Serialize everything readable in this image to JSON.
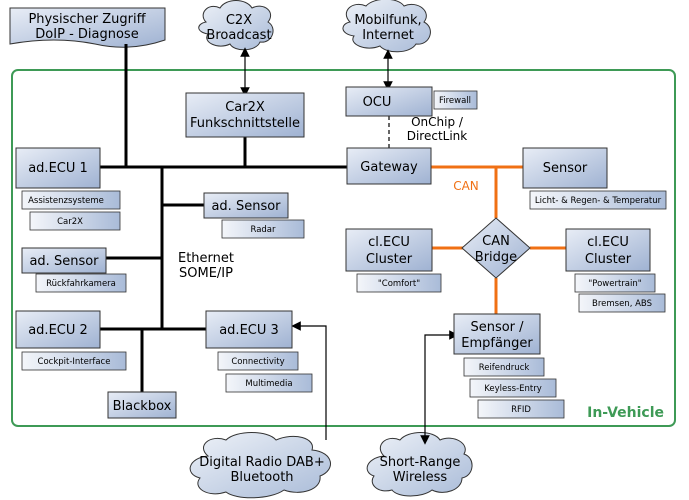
{
  "colors": {
    "in_vehicle_border": "#3e9a56",
    "can_line": "#f07014",
    "box_fill_top": "#dfe6f2",
    "box_fill_bottom": "#9cb0d0",
    "box_stroke": "#333333",
    "bus_line": "#000000"
  },
  "external": {
    "physical_access": [
      "Physischer Zugriff",
      "DoIP - Diagnose"
    ],
    "c2x": [
      "C2X",
      "Broadcast"
    ],
    "mobile": [
      "Mobilfunk,",
      "Internet"
    ],
    "radio": [
      "Digital Radio DAB+",
      "Bluetooth"
    ],
    "short_range": [
      "Short-Range",
      "Wireless"
    ]
  },
  "in_vehicle_label": "In-Vehicle",
  "nodes": {
    "car2x_interface": [
      "Car2X",
      "Funkschnittstelle"
    ],
    "ocu": "OCU",
    "firewall": "Firewall",
    "onchip": [
      "OnChip /",
      "DirectLink"
    ],
    "gateway": "Gateway",
    "ad_ecu1": "ad.ECU 1",
    "ad_ecu1_subs": [
      "Assistenzsysteme",
      "Car2X"
    ],
    "ad_sensor_radar": "ad. Sensor",
    "radar": "Radar",
    "ethernet": [
      "Ethernet",
      "SOME/IP"
    ],
    "ad_sensor_cam": "ad. Sensor",
    "rueckfahrkamera": "Rückfahrkamera",
    "ad_ecu2": "ad.ECU 2",
    "cockpit": "Cockpit-Interface",
    "ad_ecu3": "ad.ECU 3",
    "ad_ecu3_subs": [
      "Connectivity",
      "Multimedia"
    ],
    "blackbox": "Blackbox",
    "sensor_top": "Sensor",
    "sensor_top_sub": "Licht- & Regen- & Temperatur",
    "can_label": "CAN",
    "can_bridge": [
      "CAN",
      "Bridge"
    ],
    "cl_ecu_comfort": [
      "cl.ECU",
      "Cluster"
    ],
    "comfort": "\"Comfort\"",
    "cl_ecu_powertrain": [
      "cl.ECU",
      "Cluster"
    ],
    "powertrain_subs": [
      "\"Powertrain\"",
      "Bremsen, ABS"
    ],
    "sensor_receiver": [
      "Sensor /",
      "Empfänger"
    ],
    "sensor_receiver_subs": [
      "Reifendruck",
      "Keyless-Entry",
      "RFID"
    ]
  }
}
